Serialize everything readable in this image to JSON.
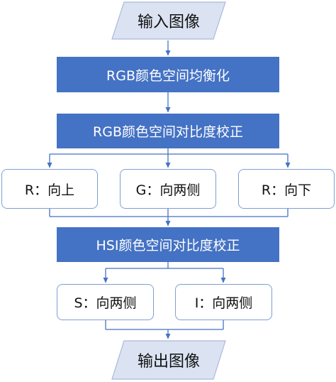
{
  "colors": {
    "process_fill": "#4472c4",
    "io_fill": "#dbe3f2",
    "io_stroke": "#aab9d9",
    "branch_border": "#7f9fd0",
    "connector": "#4472c4"
  },
  "nodes": {
    "input": {
      "label": "输入图像"
    },
    "rgb_equalize": {
      "label": "RGB颜色空间均衡化"
    },
    "rgb_contrast": {
      "label": "RGB颜色空间对比度校正"
    },
    "r_up": {
      "label": "R：向上"
    },
    "g_both": {
      "label": "G：向两侧"
    },
    "r_down": {
      "label": "R：向下"
    },
    "hsi_contrast": {
      "label": "HSI颜色空间对比度校正"
    },
    "s_both": {
      "label": "S：向两侧"
    },
    "i_both": {
      "label": "I：向两侧"
    },
    "output": {
      "label": "输出图像"
    }
  }
}
